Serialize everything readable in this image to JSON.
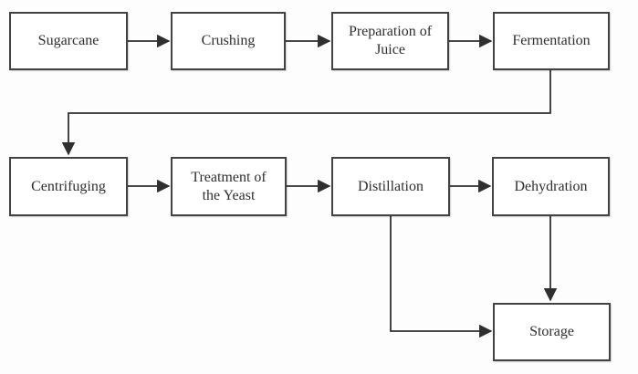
{
  "diagram": {
    "type": "flowchart",
    "nodes": {
      "sugarcane": {
        "label": "Sugarcane"
      },
      "crushing": {
        "label": "Crushing"
      },
      "preparation_of_juice": {
        "label": "Preparation of Juice"
      },
      "fermentation": {
        "label": "Fermentation"
      },
      "centrifuging": {
        "label": "Centrifuging"
      },
      "treatment_of_the_yeast": {
        "label": "Treatment of the Yeast"
      },
      "distillation": {
        "label": "Distillation"
      },
      "dehydration": {
        "label": "Dehydration"
      },
      "storage": {
        "label": "Storage"
      }
    },
    "edges": [
      {
        "from": "Sugarcane",
        "to": "Crushing"
      },
      {
        "from": "Crushing",
        "to": "Preparation of Juice"
      },
      {
        "from": "Preparation of Juice",
        "to": "Fermentation"
      },
      {
        "from": "Fermentation",
        "to": "Centrifuging"
      },
      {
        "from": "Centrifuging",
        "to": "Treatment of the Yeast"
      },
      {
        "from": "Treatment of the Yeast",
        "to": "Distillation"
      },
      {
        "from": "Distillation",
        "to": "Dehydration"
      },
      {
        "from": "Distillation",
        "to": "Storage"
      },
      {
        "from": "Dehydration",
        "to": "Storage"
      }
    ],
    "colors": {
      "background": "#fdfdfd",
      "node_fill": "#ffffff",
      "node_border": "#424242",
      "connector": "#2f2f2f",
      "text": "#2e2e2e"
    }
  }
}
